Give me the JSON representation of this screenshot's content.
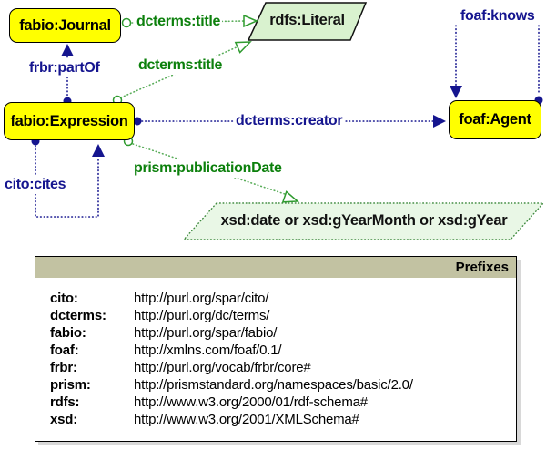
{
  "diagram": {
    "nodes": {
      "journal": {
        "label": "fabio:Journal"
      },
      "expression": {
        "label": "fabio:Expression"
      },
      "agent": {
        "label": "foaf:Agent"
      },
      "literal": {
        "label": "rdfs:Literal"
      },
      "xsd_datatypes": {
        "label": "xsd:date or xsd:gYearMonth or xsd:gYear"
      }
    },
    "edges": {
      "title_journal": {
        "label": "dcterms:title"
      },
      "title_expression": {
        "label": "dcterms:title"
      },
      "part_of": {
        "label": "frbr:partOf"
      },
      "creator": {
        "label": "dcterms:creator"
      },
      "cites": {
        "label": "cito:cites"
      },
      "publication_date": {
        "label": "prism:publicationDate"
      },
      "knows": {
        "label": "foaf:knows"
      }
    },
    "colors": {
      "node_fill": "#ffff00",
      "object_property": "#15158f",
      "data_property": "#0c800c",
      "literal_fill": "#d9f2cf",
      "datatype_fill": "#e9f7e6"
    }
  },
  "prefixes_panel": {
    "title": "Prefixes",
    "rows": [
      {
        "prefix": "cito:",
        "uri": "http://purl.org/spar/cito/"
      },
      {
        "prefix": "dcterms:",
        "uri": "http://purl.org/dc/terms/"
      },
      {
        "prefix": "fabio:",
        "uri": "http://purl.org/spar/fabio/"
      },
      {
        "prefix": "foaf:",
        "uri": "http://xmlns.com/foaf/0.1/"
      },
      {
        "prefix": "frbr:",
        "uri": "http://purl.org/vocab/frbr/core#"
      },
      {
        "prefix": "prism:",
        "uri": "http://prismstandard.org/namespaces/basic/2.0/"
      },
      {
        "prefix": "rdfs:",
        "uri": "http://www.w3.org/2000/01/rdf-schema#"
      },
      {
        "prefix": "xsd:",
        "uri": "http://www.w3.org/2001/XMLSchema#"
      }
    ]
  }
}
